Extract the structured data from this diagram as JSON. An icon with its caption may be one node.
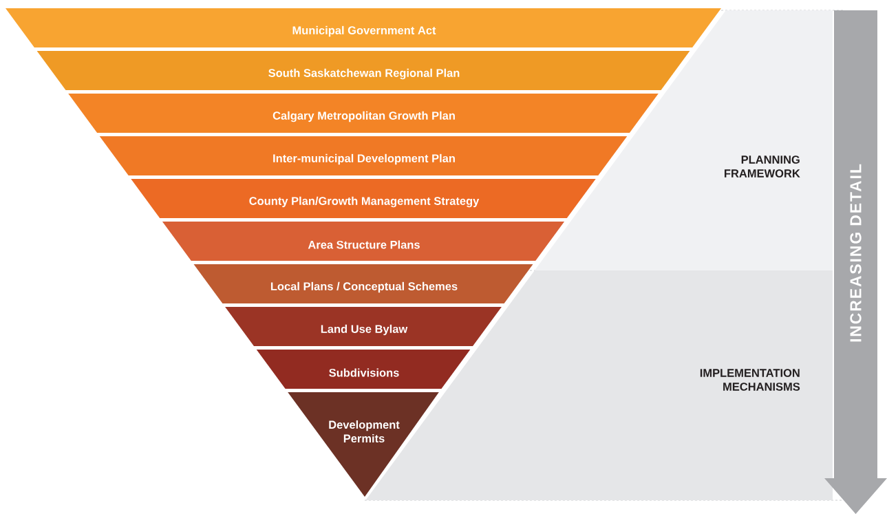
{
  "diagram": {
    "nodes": [
      {
        "text": [
          "Municipal Government Act"
        ]
      },
      {
        "text": [
          "South Saskatchewan Regional Plan"
        ]
      },
      {
        "text": [
          "Calgary Metropolitan Growth Plan"
        ]
      },
      {
        "text": [
          "Inter-municipal Development Plan"
        ]
      },
      {
        "text": [
          "County Plan/Growth Management Strategy"
        ]
      },
      {
        "text": [
          "Area Structure Plans"
        ]
      },
      {
        "text": [
          "Local Plans / Conceptual Schemes"
        ]
      },
      {
        "text": [
          "Land Use Bylaw"
        ]
      },
      {
        "text": [
          "Subdivisions"
        ]
      },
      {
        "text": [
          "Development Permits"
        ]
      },
      {
        "text": [
          "PLANNING FRAMEWORK"
        ]
      },
      {
        "text": [
          "IMPLEMENTATION MECHANISMS"
        ]
      },
      {
        "text": [
          "INCREASING DETAIL"
        ]
      }
    ]
  }
}
